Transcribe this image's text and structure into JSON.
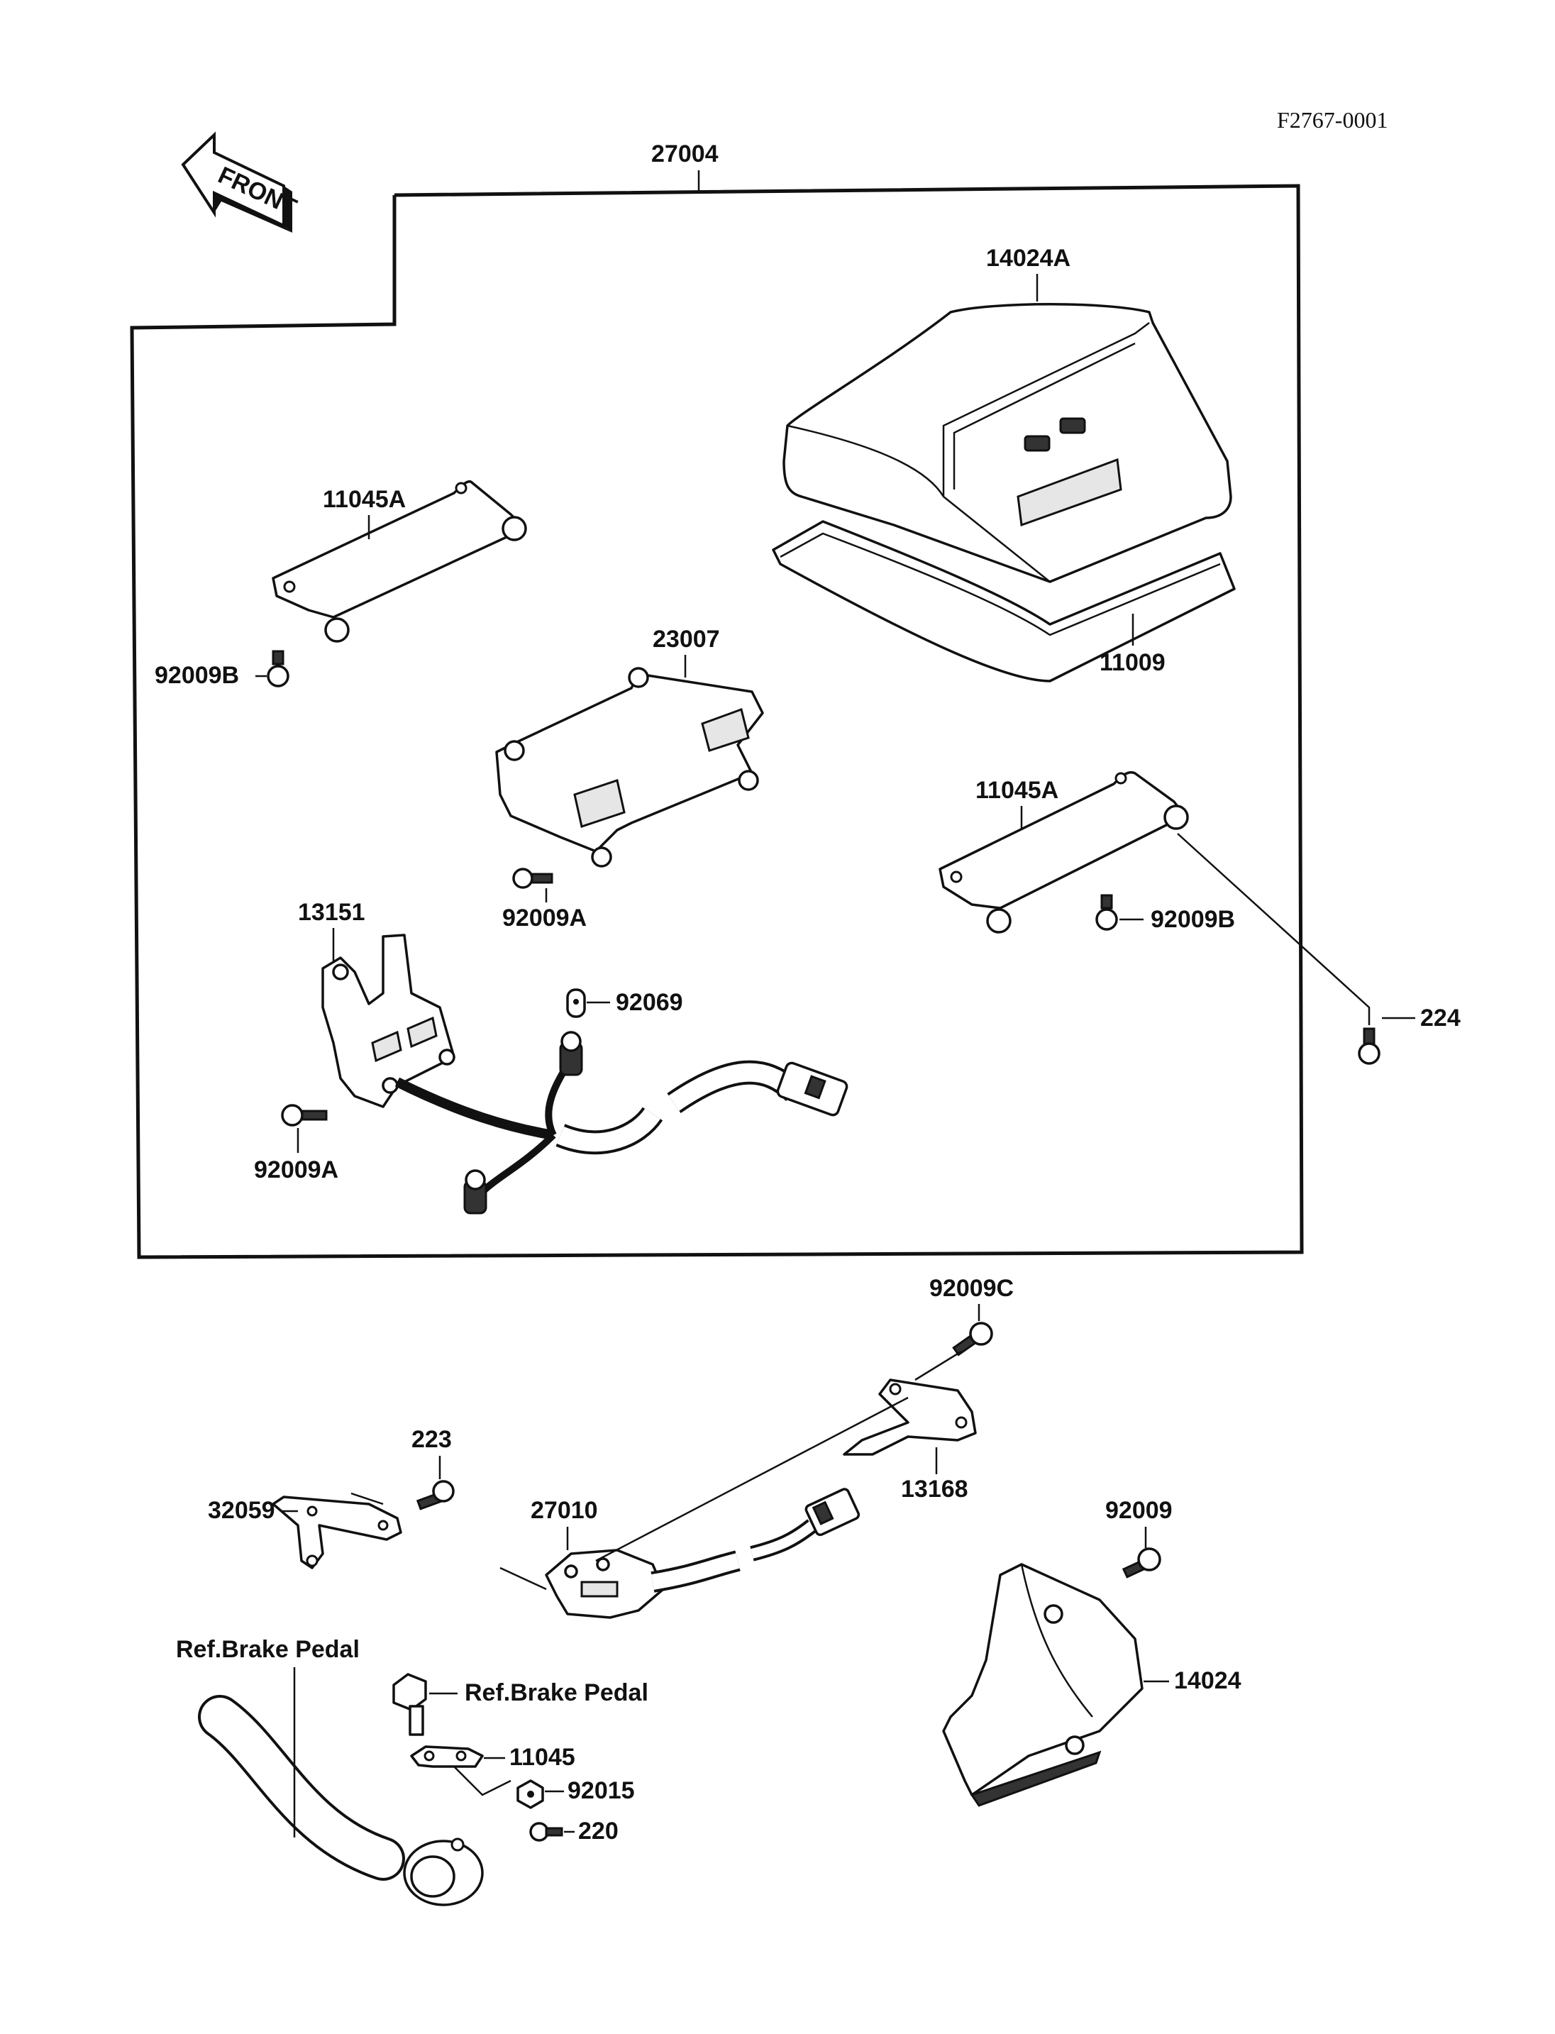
{
  "diagram_code": "F2767-0001",
  "front_arrow_text": "FRONT",
  "kit_label": "27004",
  "labels": {
    "p14024A": "14024A",
    "p11045A_1": "11045A",
    "p92009B_1": "92009B",
    "p23007": "23007",
    "p11009": "11009",
    "p11045A_2": "11045A",
    "p92009A_1": "92009A",
    "p92009B_2": "92009B",
    "p13151": "13151",
    "p92069": "92069",
    "p224": "224",
    "p92009A_2": "92009A",
    "p92009C": "92009C",
    "p13168": "13168",
    "p223": "223",
    "p32059": "32059",
    "p27010": "27010",
    "p92009": "92009",
    "p14024": "14024",
    "ref_brake_pedal_1": "Ref.Brake Pedal",
    "ref_brake_pedal_2": "Ref.Brake Pedal",
    "p11045": "11045",
    "p92015": "92015",
    "p220": "220"
  }
}
